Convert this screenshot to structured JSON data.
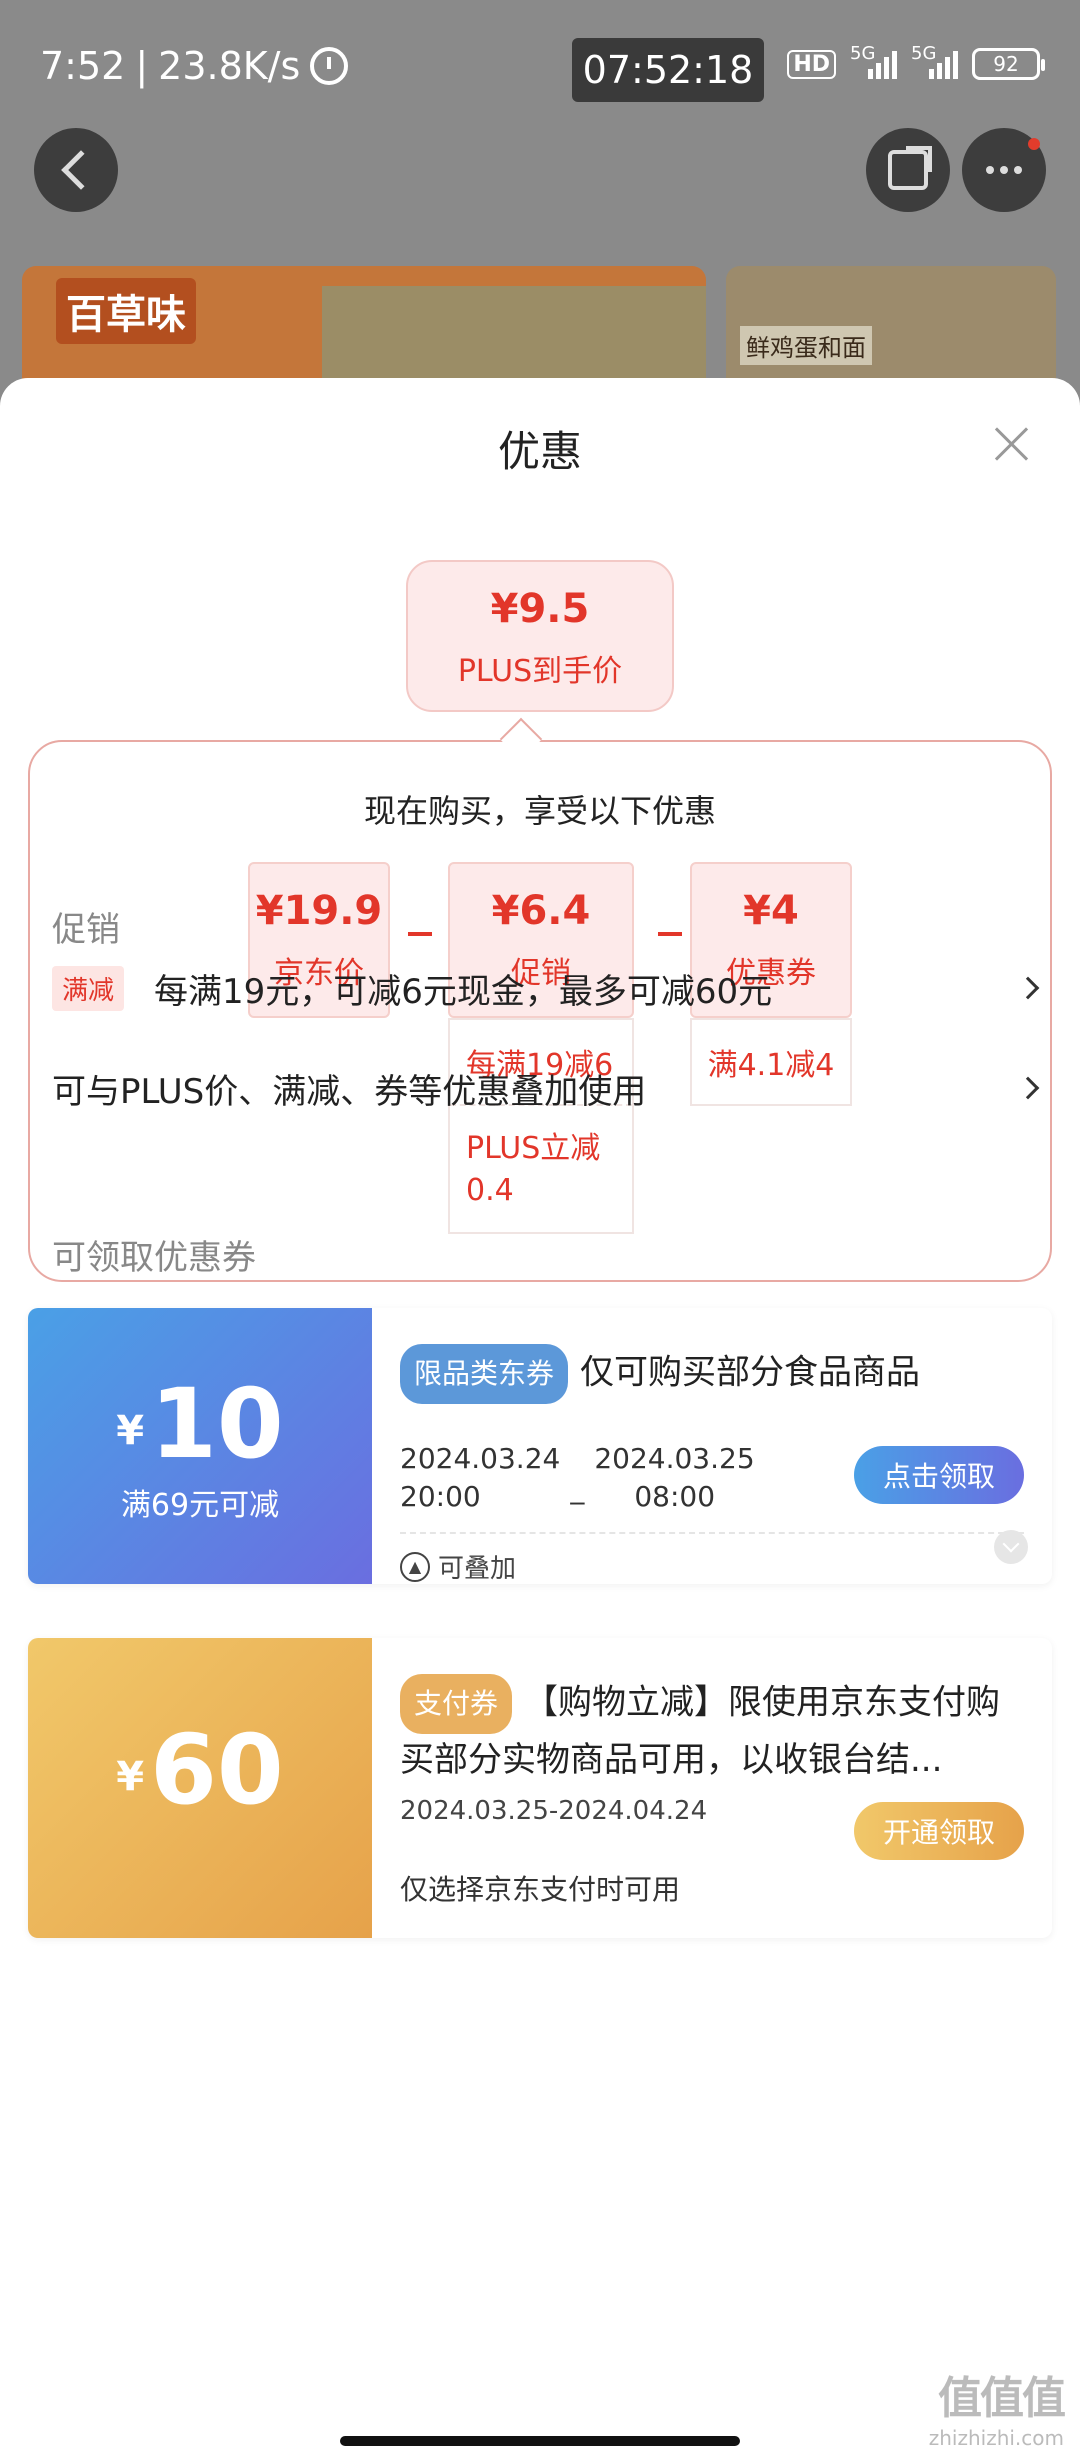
{
  "status_bar": {
    "time": "7:52",
    "separator": "|",
    "speed": "23.8K/s",
    "clock_chip": "07:52:18",
    "hd": "HD",
    "net1": "5G",
    "net2": "5G",
    "battery": "92"
  },
  "background": {
    "brand_logo": "百草味",
    "banner2_text": "鲜鸡蛋和面"
  },
  "sheet": {
    "title": "优惠",
    "plus_price": "¥9.5",
    "plus_label": "PLUS到手价",
    "calc_heading": "现在购买，享受以下优惠",
    "tiles": [
      {
        "value": "¥19.9",
        "label": "京东价"
      },
      {
        "value": "¥6.4",
        "label": "促销"
      },
      {
        "value": "¥4",
        "label": "优惠券"
      }
    ],
    "promo_details": [
      "每满19减6",
      "PLUS立减0.4"
    ],
    "coupon_detail": "满4.1减4"
  },
  "promotions": {
    "section_label": "促销",
    "rows": [
      {
        "tag": "满减",
        "text": "每满19元，可减6元现金，最多可减60元"
      },
      {
        "text": "可与PLUS价、满减、券等优惠叠加使用"
      }
    ]
  },
  "coupons": {
    "section_label": "可领取优惠券",
    "items": [
      {
        "currency": "¥",
        "amount": "10",
        "condition": "满69元可减",
        "tag": "限品类东券",
        "title": "仅可购买部分食品商品",
        "start_date": "2024.03.24",
        "start_time": "20:00",
        "dash": "_",
        "end_date": "2024.03.25",
        "end_time": "08:00",
        "stackable": "可叠加",
        "button": "点击领取"
      },
      {
        "currency": "¥",
        "amount": "60",
        "tag": "支付券",
        "title": "【购物立减】限使用京东支付购买部分实物商品可用，以收银台结...",
        "date_range": "2024.03.25-2024.04.24",
        "note": "仅选择京东支付时可用",
        "button": "开通领取"
      }
    ]
  },
  "watermark": {
    "line1": "值值值",
    "line2": "zhizhizhi.com"
  },
  "colors": {
    "accent_red": "#e2362a",
    "coupon_blue": "#5c98d9",
    "coupon_gold": "#e9b060"
  }
}
